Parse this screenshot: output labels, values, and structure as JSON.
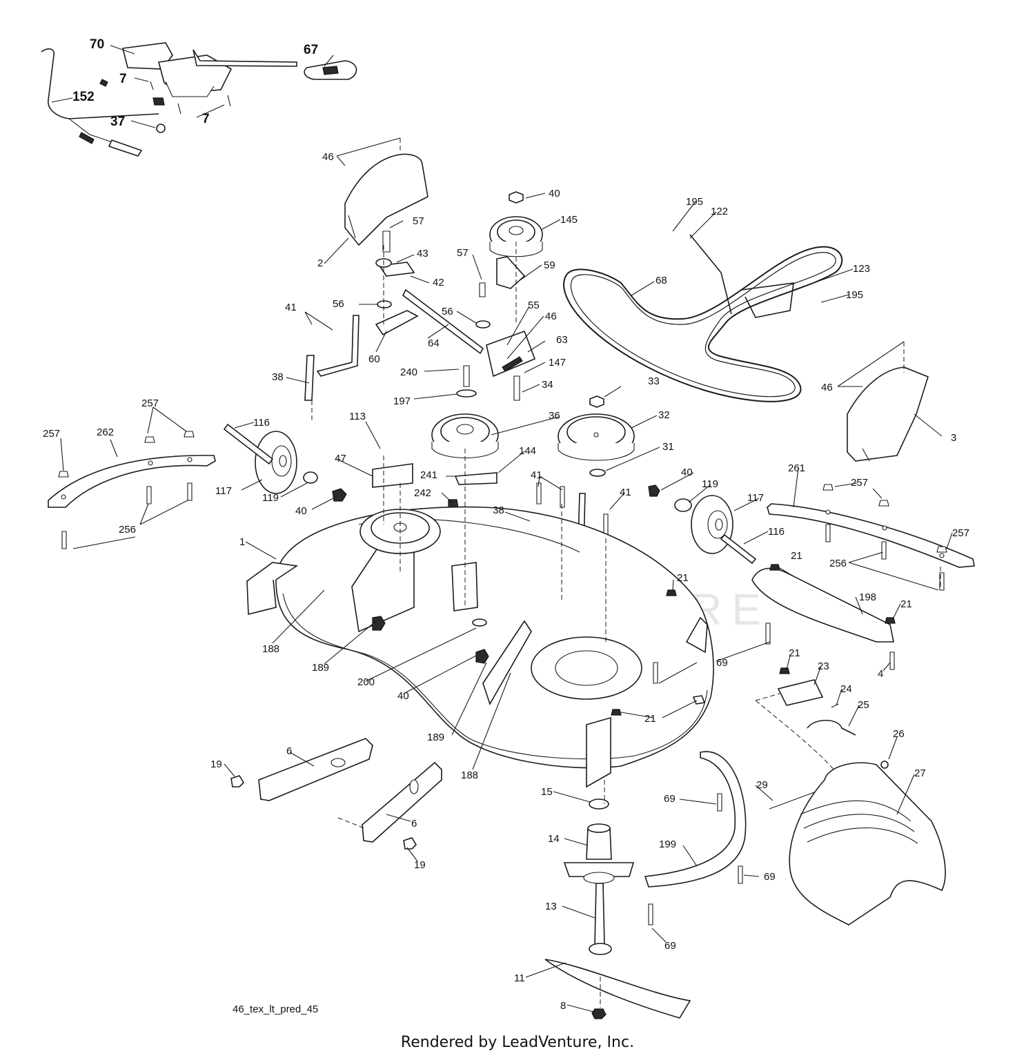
{
  "diagram": {
    "code": "46_tex_lt_pred_45",
    "credit": "Rendered by LeadVenture, Inc.",
    "watermark": "LEADVENTURE",
    "callouts": {
      "c70": "70",
      "c67": "67",
      "c7a": "7",
      "c7b": "7",
      "c152": "152",
      "c37": "37",
      "c46a": "46",
      "c2": "2",
      "c57a": "57",
      "c43": "43",
      "c42": "42",
      "c56a": "56",
      "c60": "60",
      "c64": "64",
      "c41a": "41",
      "c38a": "38",
      "c40a": "40",
      "c145": "145",
      "c57b": "57",
      "c59": "59",
      "c56b": "56",
      "c55": "55",
      "c46b": "46",
      "c63": "63",
      "c147": "147",
      "c240": "240",
      "c197": "197",
      "c34": "34",
      "c195a": "195",
      "c122": "122",
      "c68": "68",
      "c123": "123",
      "c195b": "195",
      "c46c": "46",
      "c3": "3",
      "c257a": "257",
      "c257b": "257",
      "c262": "262",
      "c256a": "256",
      "c116a": "116",
      "c117a": "117",
      "c119a": "119",
      "c40b": "40",
      "c113": "113",
      "c47": "47",
      "c36": "36",
      "c144": "144",
      "c241": "241",
      "c242": "242",
      "c33": "33",
      "c32": "32",
      "c31": "31",
      "c41b": "41",
      "c38b": "38",
      "c41c": "41",
      "c40c": "40",
      "c119b": "119",
      "c117b": "117",
      "c116b": "116",
      "c261": "261",
      "c257c": "257",
      "c257d": "257",
      "c256b": "256",
      "c1": "1",
      "c188a": "188",
      "c189a": "189",
      "c200": "200",
      "c40d": "40",
      "c189b": "189",
      "c188b": "188",
      "c21a": "21",
      "c21b": "21",
      "c198": "198",
      "c21c": "21",
      "c4": "4",
      "c69a": "69",
      "c21d": "21",
      "c23": "23",
      "c24": "24",
      "c25": "25",
      "c21e": "21",
      "c6a": "6",
      "c19a": "19",
      "c6b": "6",
      "c19b": "19",
      "c15": "15",
      "c14": "14",
      "c13": "13",
      "c11": "11",
      "c8": "8",
      "c69b": "69",
      "c199": "199",
      "c69c": "69",
      "c69d": "69",
      "c29": "29",
      "c26": "26",
      "c27": "27"
    }
  }
}
